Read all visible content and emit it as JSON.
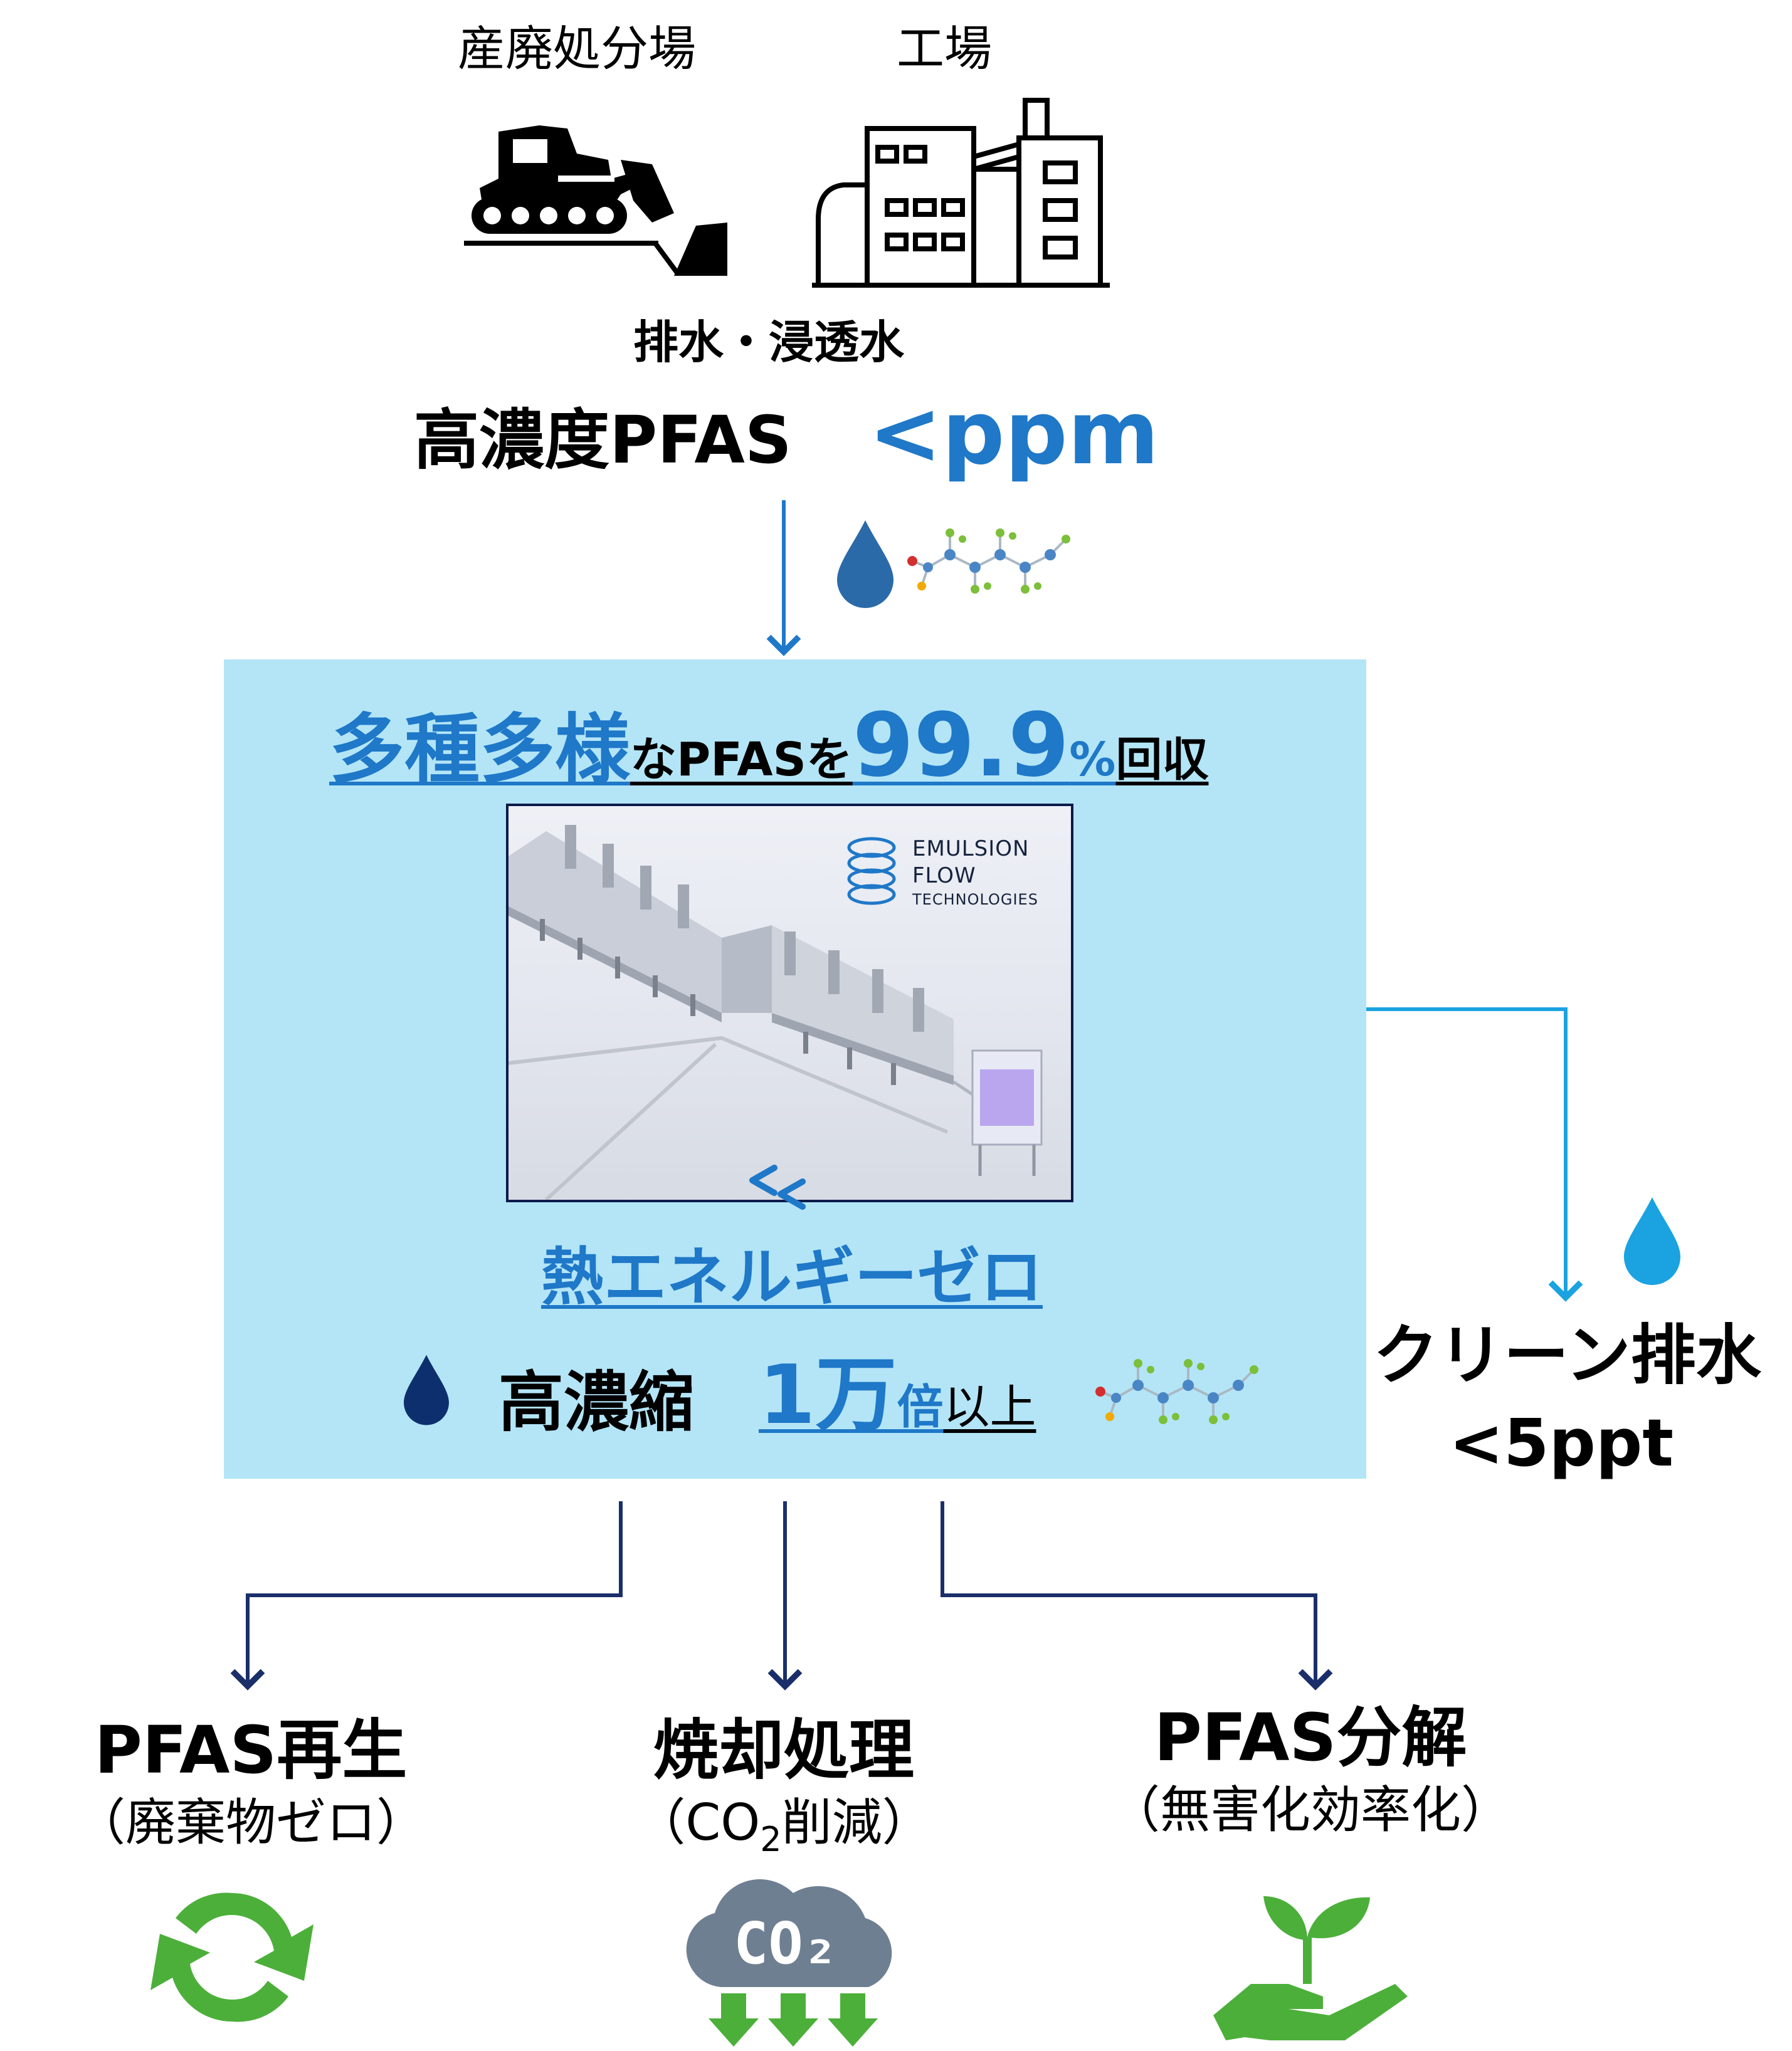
{
  "sources": {
    "landfill_label": "産廃処分場",
    "factory_label": "工場",
    "wastewater_label": "排水・浸透水",
    "landfill_icon": "bulldozer-icon",
    "factory_icon": "factory-icon"
  },
  "input": {
    "concentration_label": "高濃度PFAS",
    "level": "<ppm"
  },
  "process": {
    "headline_part1": "多種多様",
    "headline_part2": "なPFASを",
    "headline_value": "99.9",
    "headline_unit": "%",
    "headline_part3": "回収",
    "logo_line1": "EMULSION",
    "logo_line2": "FLOW",
    "logo_line3": "TECHNOLOGIES",
    "energy_label": "熱エネルギーゼロ",
    "concentration_label": "高濃縮",
    "concentration_value": "1万",
    "concentration_unit": "倍",
    "concentration_suffix": "以上"
  },
  "output": {
    "clean_label": "クリーン排水",
    "clean_level": "<5ppt"
  },
  "outcomes": [
    {
      "title": "PFAS再生",
      "subtitle": "（廃棄物ゼロ）",
      "icon": "recycle-icon"
    },
    {
      "title": "焼却処理",
      "subtitle_prefix": "（CO",
      "subtitle_sub": "2",
      "subtitle_suffix": "削減）",
      "icon": "co2-cloud-icon",
      "icon_text": "CO₂"
    },
    {
      "title": "PFAS分解",
      "subtitle": "（無害化効率化）",
      "icon": "plant-hand-icon"
    }
  ],
  "colors": {
    "panel_bg": "#b3e5f7",
    "accent_blue": "#1f78c8",
    "light_blue": "#1aa3e0",
    "navy": "#0a1f5c",
    "green": "#4caf3a",
    "co2_gray": "#6f7f92",
    "drop_blue": "#2a6aa8"
  }
}
